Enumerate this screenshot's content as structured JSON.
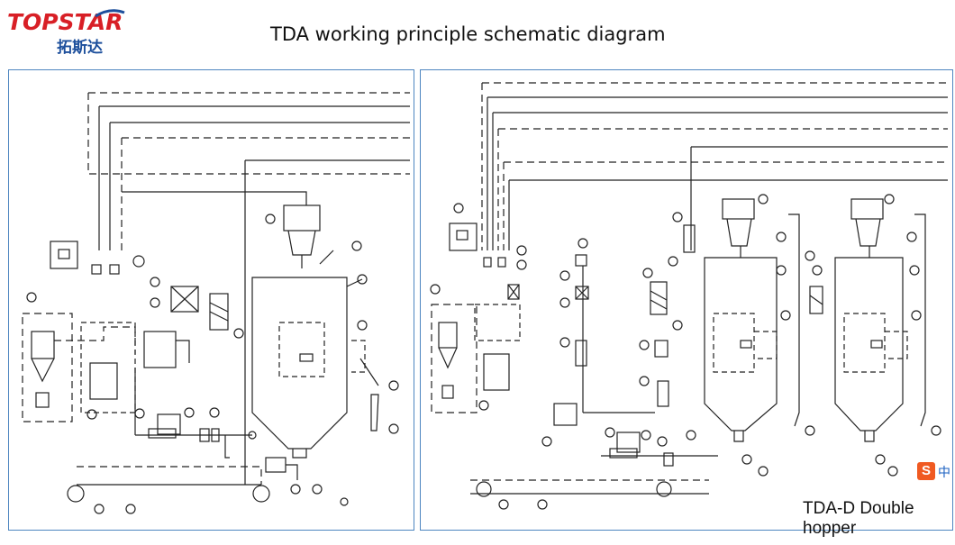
{
  "logo": {
    "brand": "TOPSTAR",
    "brand_cn": "拓斯达"
  },
  "title": "TDA working principle schematic diagram",
  "right_panel": {
    "caption": "TDA-D Double hopper"
  },
  "ime_indicator": {
    "label_s": "S",
    "label_lang": "中"
  },
  "colors": {
    "brand_red": "#d81f26",
    "brand_blue": "#1d4f9c",
    "panel_border": "#4e86c0"
  }
}
